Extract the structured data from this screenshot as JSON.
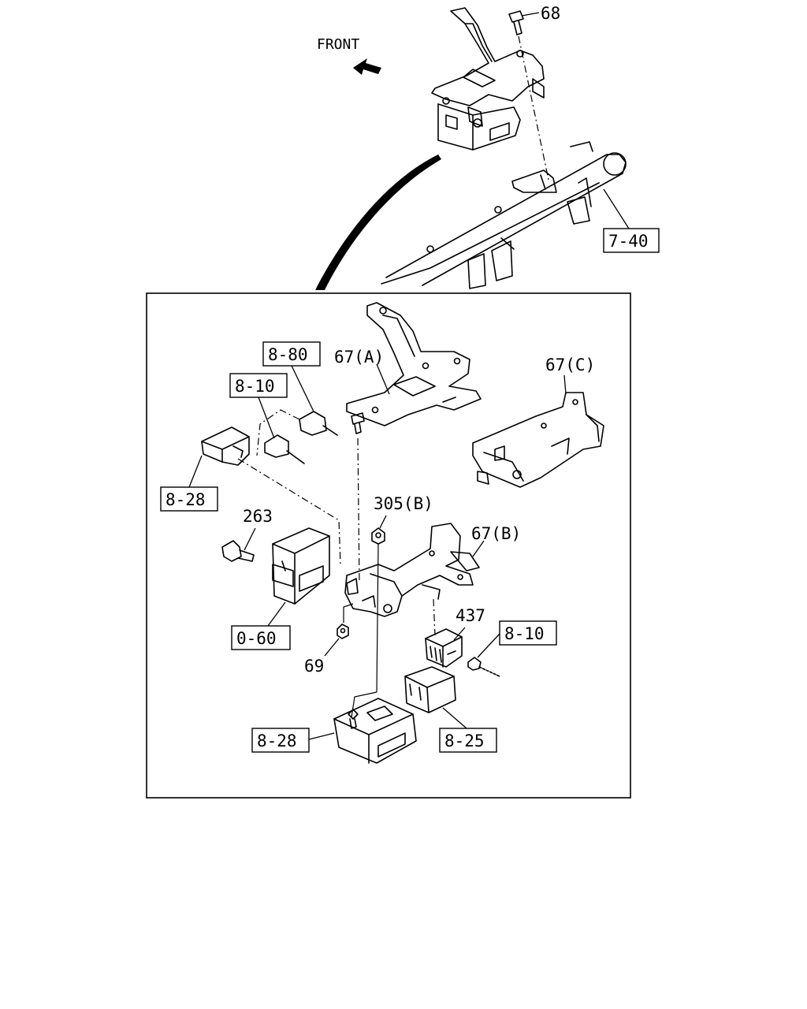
{
  "labels": {
    "front": "FRONT",
    "l68": "68",
    "l7_40": "7-40",
    "l8_80": "8-80",
    "l67a": "67(A)",
    "l67c": "67(C)",
    "l8_10_top": "8-10",
    "l8_28_left": "8-28",
    "l263": "263",
    "l305b": "305(B)",
    "l67b": "67(B)",
    "l0_60": "0-60",
    "l437": "437",
    "l8_10_right": "8-10",
    "l69": "69",
    "l8_28_bottom": "8-28",
    "l8_25": "8-25"
  }
}
